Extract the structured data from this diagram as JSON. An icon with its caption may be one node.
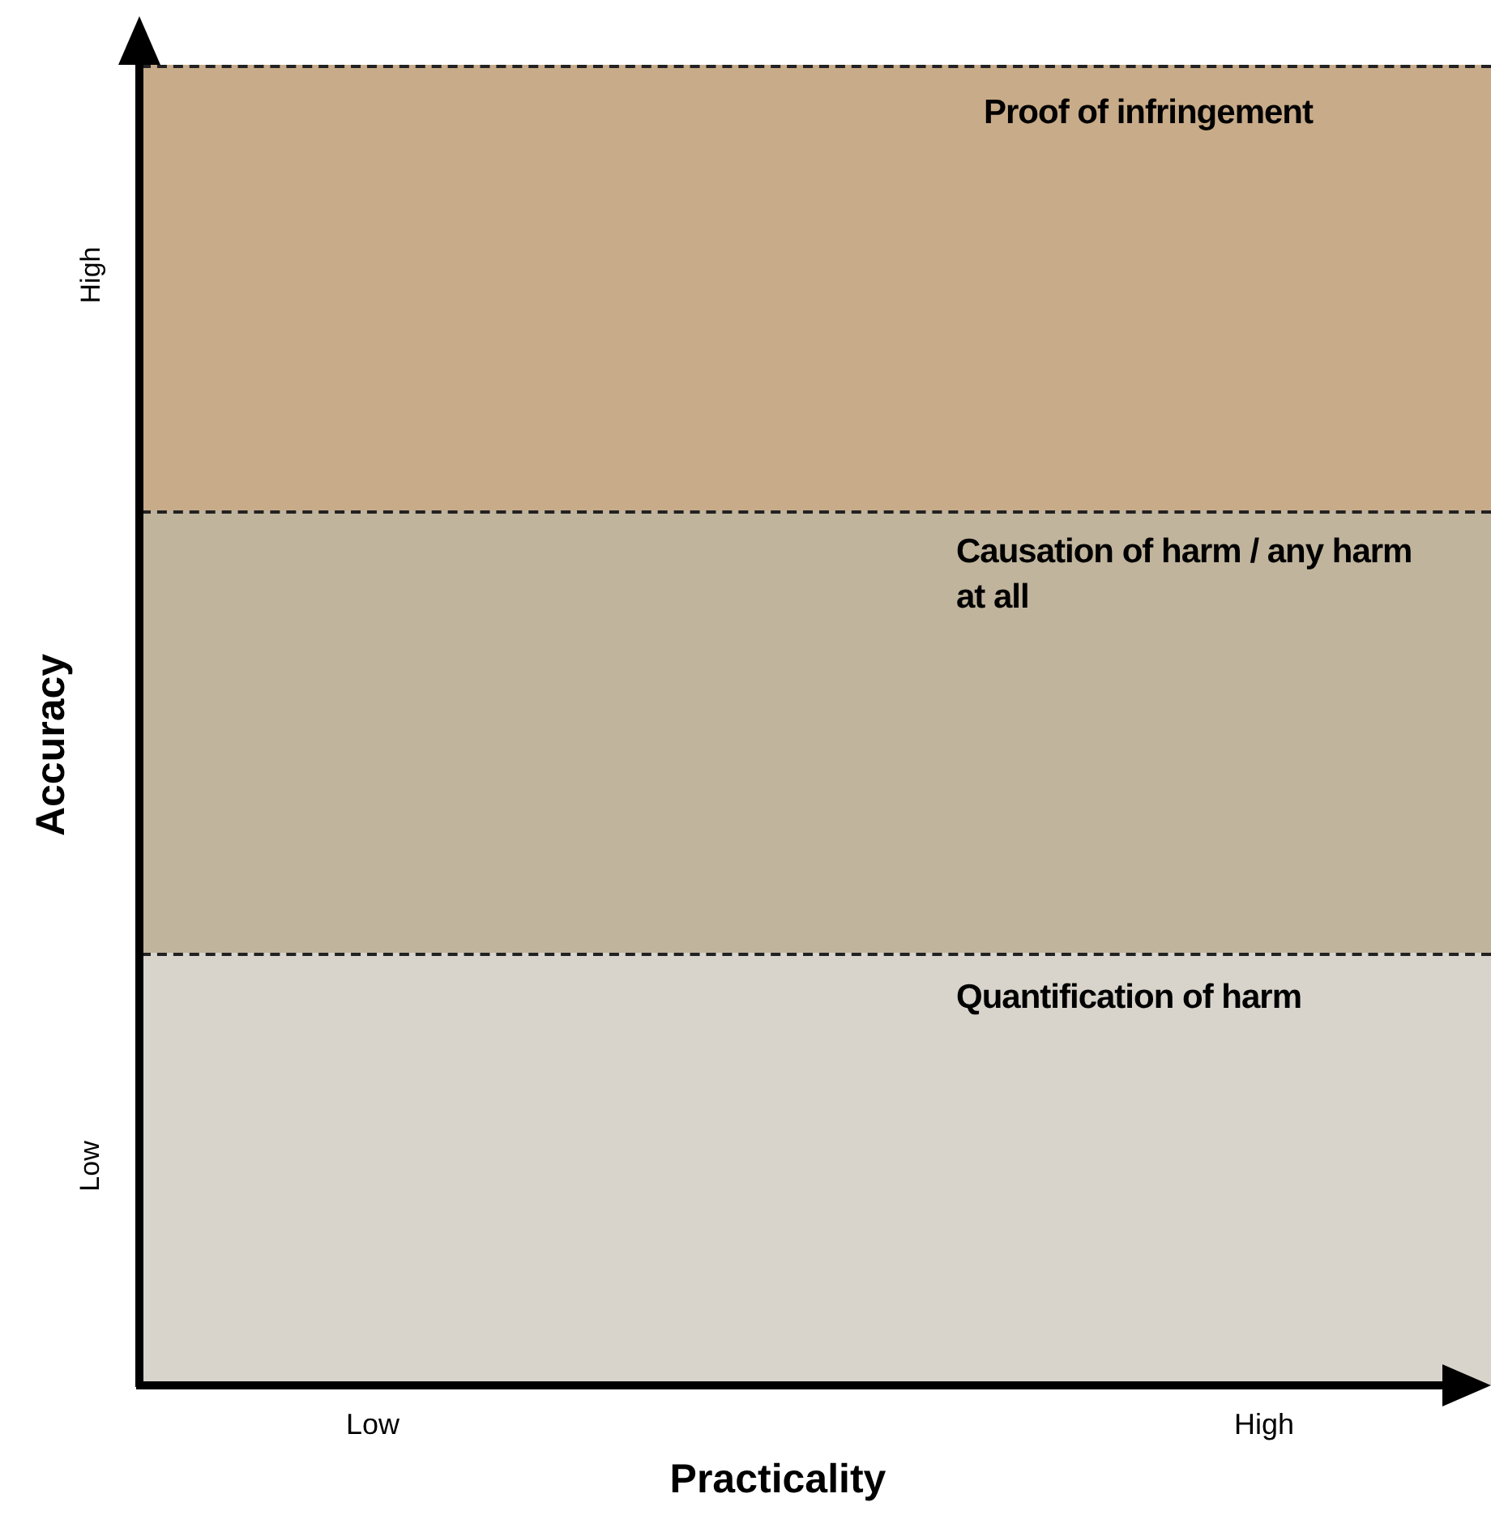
{
  "diagram": {
    "nodes": [
      {
        "text": [
          "Proof  of infringement"
        ]
      },
      {
        "text": [
          "Causation of harm / any harm at all"
        ]
      },
      {
        "text": [
          "Quantification of harm"
        ]
      }
    ],
    "labels": [
      "High",
      "Accuracy",
      "Low",
      "Low",
      "High",
      "Practicality"
    ]
  }
}
